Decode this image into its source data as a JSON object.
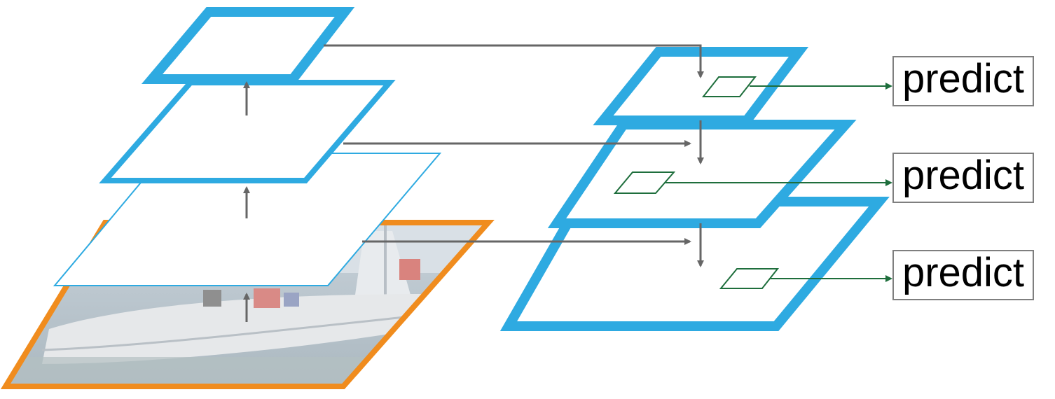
{
  "colors": {
    "pyramid_blue": "#2eaae1",
    "image_border_orange": "#f08c1e",
    "arrow_gray": "#666666",
    "anchor_green": "#1e6e3c"
  },
  "image": {
    "description_icon": "sailboat-photo"
  },
  "outputs": [
    {
      "label": "predict"
    },
    {
      "label": "predict"
    },
    {
      "label": "predict"
    }
  ]
}
